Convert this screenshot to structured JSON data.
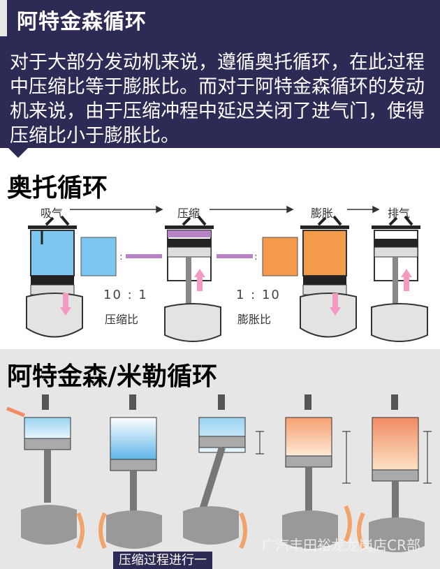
{
  "header": {
    "title": "阿特金森循环"
  },
  "intro": {
    "text": "对于大部分发动机来说，遵循奥托循环，在此过程中压缩比等于膨胀比。而对于阿特金森循环的发动机来说，由于压缩冲程中延迟关闭了进气门，使得压缩比小于膨胀比。"
  },
  "otto": {
    "title": "奥托循环",
    "strokes": [
      "吸气",
      "压缩",
      "膨胀",
      "排气"
    ],
    "ratio_left": "10 : 1",
    "ratio_right": "1 : 10",
    "ratio_left_label": "压缩比",
    "ratio_right_label": "膨胀比",
    "colors": {
      "intake": "#7cc6ef",
      "compress": "#b783c6",
      "expand": "#f39b4a",
      "exhaust": "#f0f0f0"
    }
  },
  "atkinson": {
    "title": "阿特金森/米勒循环",
    "process_label": "压缩过程进行一",
    "watermark": "广汽丰田裕龙龙岗店CR部"
  }
}
